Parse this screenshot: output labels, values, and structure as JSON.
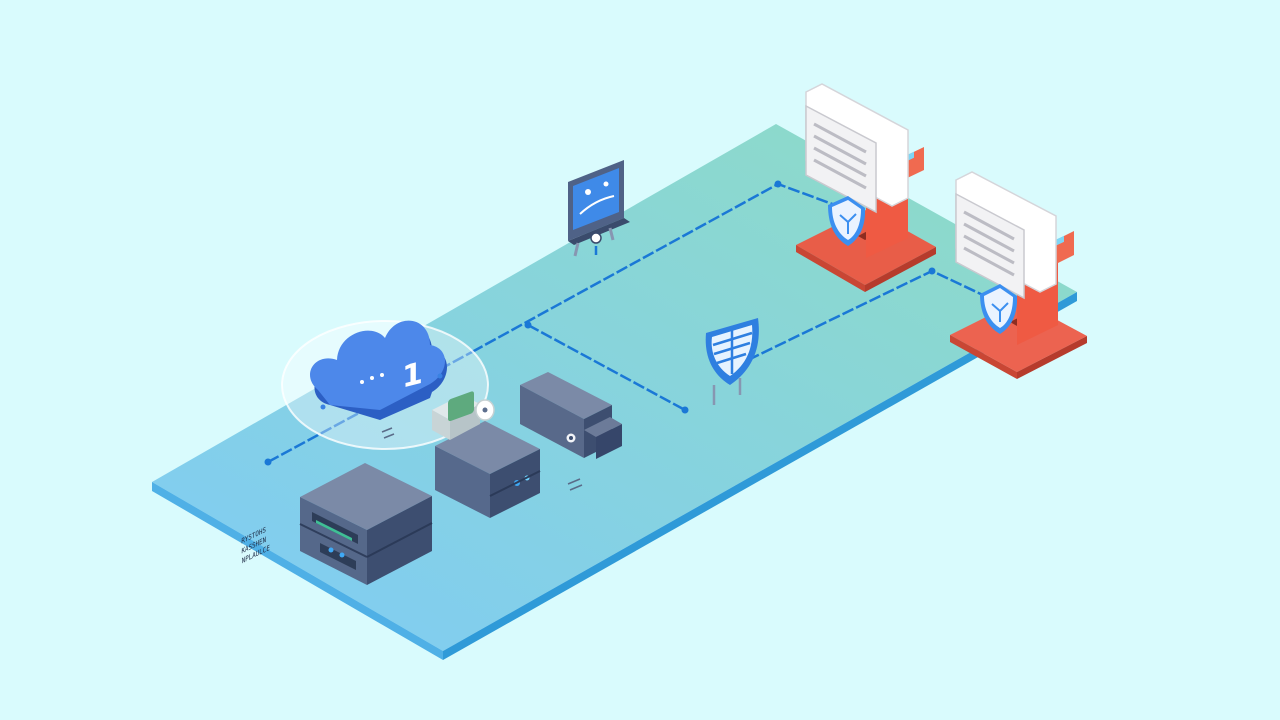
{
  "colors": {
    "background": "#d9fbfd",
    "platform_top_near": "#7fd0f4",
    "platform_top_far": "#8fdcc4",
    "platform_edge": "#3aa3dc",
    "connection_line": "#1a78d6",
    "server_body": "#5d6f8e",
    "cloud": "#3f78e0",
    "shield": "#3b8ff0",
    "document_stand": "#f05a43",
    "document_page": "#f4f4f6"
  },
  "cloud": {
    "label": "1"
  },
  "icons": {
    "cloud": "cloud-icon",
    "padlock": "padlock-icon",
    "firewall": "shield-icon",
    "monitor": "monitor-icon",
    "document": "document-icon",
    "sync": "sync-arrows-icon"
  },
  "device_caption": [
    "RYSTOHS",
    "KASSHEN",
    "NPLAULCE"
  ]
}
